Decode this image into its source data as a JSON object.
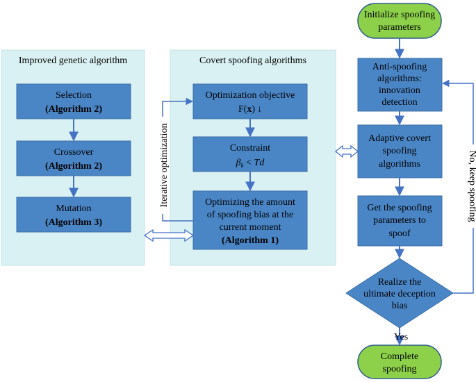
{
  "panels": {
    "left_title": "Improved genetic algorithm",
    "middle_title": "Covert spoofing algorithms"
  },
  "left_boxes": {
    "selection": {
      "line1": "Selection",
      "line2": "(Algorithm 2)"
    },
    "crossover": {
      "line1": "Crossover",
      "line2": "(Algorithm 2)"
    },
    "mutation": {
      "line1": "Mutation",
      "line2": "(Algorithm 3)"
    }
  },
  "middle_boxes": {
    "objective": {
      "line1": "Optimization objective",
      "line2_prefix": "F(",
      "line2_var": "x",
      "line2_suffix": ")",
      "arrow_glyph": "↓"
    },
    "constraint": {
      "line1": "Constraint",
      "beta": "β",
      "sub": "k",
      "lt": " < ",
      "td": "Td"
    },
    "optimizing": {
      "line1": "Optimizing the amount",
      "line2": "of spoofing bias at the",
      "line3": "current moment",
      "line4": "(Algorithm 1)"
    }
  },
  "loop_label": "Iterative optimization",
  "right_flow": {
    "start": {
      "line1": "Initialize spoofing",
      "line2": "parameters"
    },
    "anti": {
      "line1": "Anti-spoofing",
      "line2": "algorithms:",
      "line3": "innovation",
      "line4": "detection"
    },
    "adaptive": {
      "line1": "Adaptive covert",
      "line2": "spoofing",
      "line3": "algorithms"
    },
    "get": {
      "line1": "Get the spoofing",
      "line2": "parameters to",
      "line3": "spoof"
    },
    "decision": {
      "line1": "Realize the",
      "line2": "ultimate deception",
      "line3": "bias"
    },
    "no_label": "No, keep spoofing",
    "yes_label": "Yes",
    "end": {
      "line1": "Complete",
      "line2": "spoofing"
    }
  },
  "colors": {
    "panel_fill": "#d9f1f3",
    "box_fill": "#4a86c6",
    "box_stroke": "#3a6ea5",
    "terminal_fill": "#8dd04a",
    "terminal_stroke": "#2e5d8a",
    "arrow": "#4472c4",
    "text": "#000000"
  }
}
